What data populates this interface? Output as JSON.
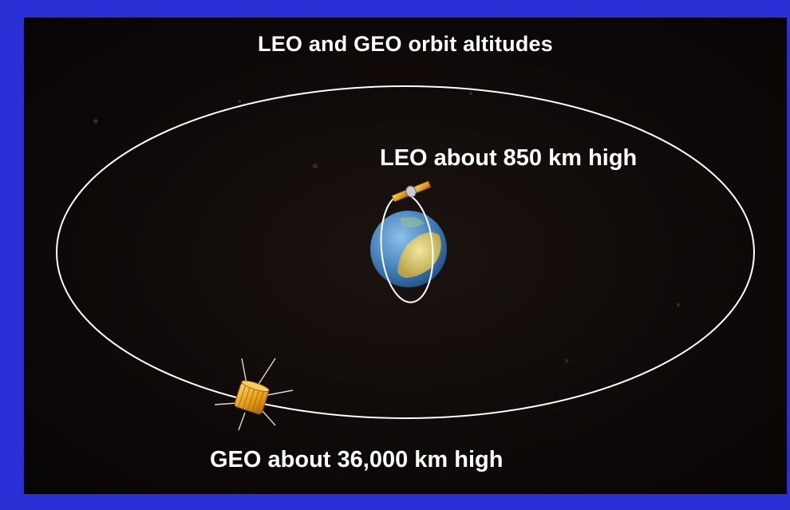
{
  "diagram": {
    "title": "LEO and GEO orbit altitudes",
    "leo_label": "LEO about 850 km high",
    "geo_label": "GEO about 36,000 km high"
  },
  "colors": {
    "frame": "#2a2fd6",
    "space": "#0c0807",
    "orbit_line": "#ffffff",
    "text": "#ffffff",
    "earth_ocean": "#4f8fc8",
    "earth_land": "#d8c86a",
    "satellite_gold": "#e6a21a"
  },
  "icons": {
    "leo_satellite": "leo-satellite-icon",
    "geo_satellite": "geo-satellite-icon",
    "earth": "earth-icon"
  }
}
